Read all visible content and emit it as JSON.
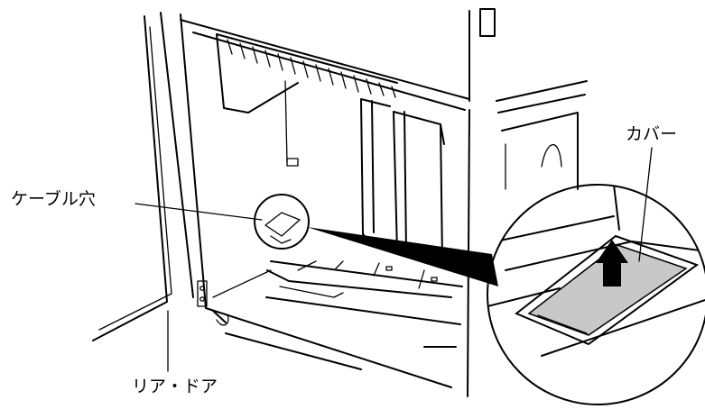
{
  "labels": {
    "cable_hole": "ケーブル穴",
    "cover": "カバー",
    "rear_door": "リア・ドア"
  },
  "colors": {
    "line": "#000000",
    "background": "#ffffff",
    "cover_fill": "#c8c8c8"
  }
}
